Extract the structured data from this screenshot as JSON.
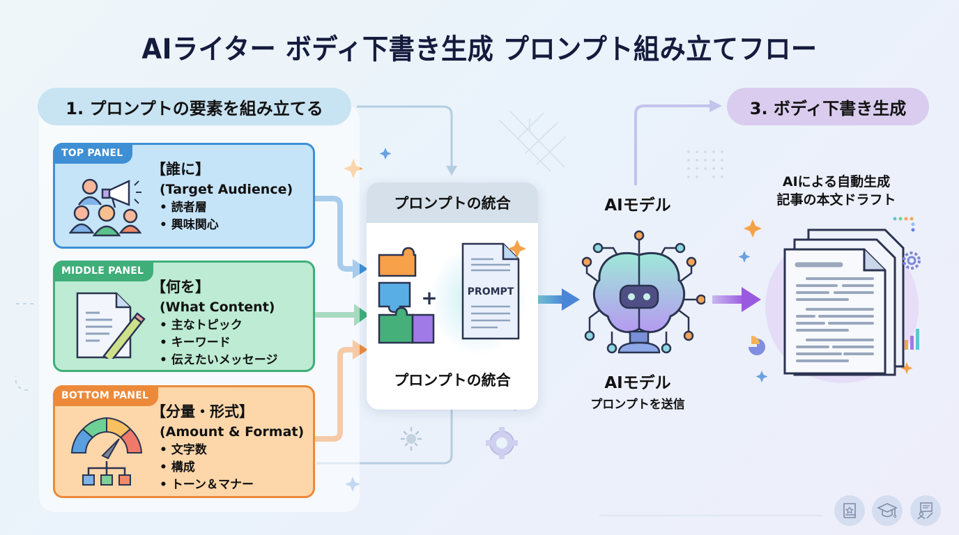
{
  "title": "AIライター ボディ下書き生成 プロンプト組み立てフロー",
  "steps": {
    "step1": "1. プロンプトの要素を組み立てる",
    "step3": "3. ボディ下書き生成"
  },
  "panels": [
    {
      "tag": "TOP PANEL",
      "ja_title": "【誰に】",
      "en_title": "(Target Audience)",
      "bullets": [
        "読者層",
        "興味関心"
      ],
      "icon": "audience-megaphone-icon",
      "color": "#3e8fd4"
    },
    {
      "tag": "MIDDLE PANEL",
      "ja_title": "【何を】",
      "en_title": "(What Content)",
      "bullets": [
        "主なトピック",
        "キーワード",
        "伝えたいメッセージ"
      ],
      "icon": "document-pencil-icon",
      "color": "#3fae79"
    },
    {
      "tag": "BOTTOM PANEL",
      "ja_title": "【分量・形式】",
      "en_title": "(Amount & Format)",
      "bullets": [
        "文字数",
        "構成",
        "トーン＆マナー"
      ],
      "icon": "gauge-hierarchy-icon",
      "color": "#ec8a3a"
    }
  ],
  "merge": {
    "header": "プロンプトの統合",
    "doc_label": "PROMPT",
    "plus": "+",
    "footer": "プロンプトの統合"
  },
  "ai_model": {
    "label_top": "AIモデル",
    "label_bottom": "AIモデル",
    "subtitle": "プロンプトを送信"
  },
  "draft": {
    "line1": "AIによる自動生成",
    "line2": "記事の本文ドラフト"
  },
  "footer_icons": [
    "book-star-icon",
    "graduation-cap-icon",
    "writing-user-icon"
  ]
}
